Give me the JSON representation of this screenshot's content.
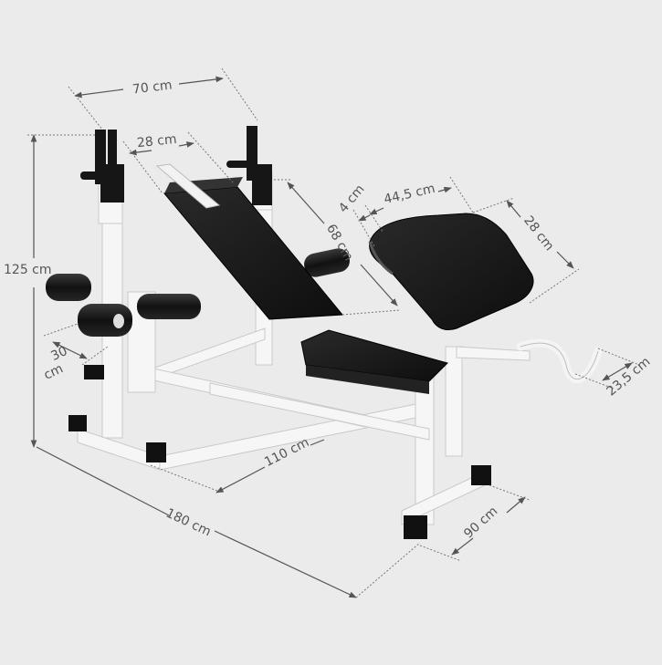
{
  "image": {
    "subject": "Multi-function weight bench with dimension annotations",
    "background_color": "#ebebeb",
    "frame_color": "#f4f4f4",
    "pad_color": "#1a1a1a",
    "annotation_color": "#555555"
  },
  "dimensions": {
    "rack_width": "70 cm",
    "backrest_width": "28 cm",
    "total_height": "125 cm",
    "backrest_length": "68 cm",
    "pad_thickness": "4 cm",
    "arm_curl_pad_length": "44,5 cm",
    "arm_curl_pad_width": "28 cm",
    "leg_roller_spacing": "30 cm",
    "leg_roller_spacing_unit_line1": "30",
    "leg_roller_spacing_unit_line2": "cm",
    "curl_bar_width": "23,5 cm",
    "bench_length": "110 cm",
    "total_length": "180 cm",
    "total_width": "90 cm"
  }
}
